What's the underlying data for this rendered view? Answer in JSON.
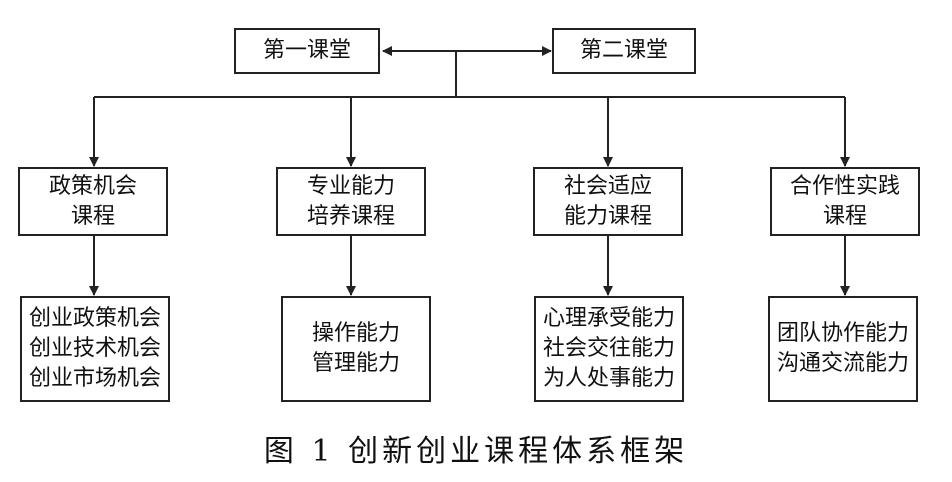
{
  "top": {
    "left": [
      "第一课堂"
    ],
    "right": [
      "第二课堂"
    ]
  },
  "categories": [
    {
      "title": [
        "政策机会",
        "课程"
      ],
      "details": [
        "创业政策机会",
        "创业技术机会",
        "创业市场机会"
      ]
    },
    {
      "title": [
        "专业能力",
        "培养课程"
      ],
      "details": [
        "操作能力",
        "管理能力"
      ]
    },
    {
      "title": [
        "社会适应",
        "能力课程"
      ],
      "details": [
        "心理承受能力",
        "社会交往能力",
        "为人处事能力"
      ]
    },
    {
      "title": [
        "合作性实践",
        "课程"
      ],
      "details": [
        "团队协作能力",
        "沟通交流能力"
      ]
    }
  ],
  "caption": "图 1  创新创业课程体系框架",
  "colors": {
    "line": "#222222",
    "text": "#111111",
    "background": "#ffffff"
  }
}
